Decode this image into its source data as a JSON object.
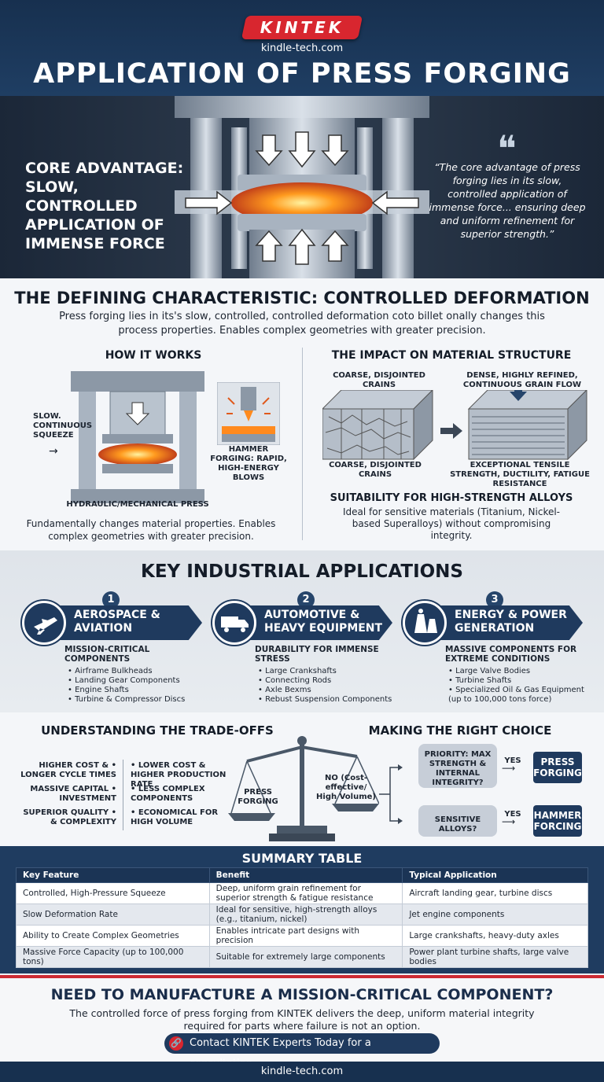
{
  "header": {
    "logo": "KINTEK",
    "site": "kindle-tech.com",
    "title": "APPLICATION OF PRESS FORGING"
  },
  "hero": {
    "left_text": "CORE ADVANTAGE: SLOW, CONTROLLED APPLICATION OF IMMENSE FORCE",
    "quote": "“The core advantage of press forging lies in its slow, controlled application of immense force... ensuring deep and uniform refinement for superior strength.”"
  },
  "defining": {
    "title": "THE DEFINING CHARACTERISTIC: CONTROLLED DEFORMATION",
    "desc": "Press forging lies in its's slow, controlled, controlled deformation coto billet onally changes this process properties. Enables complex geometries with greater precision.",
    "how": {
      "title": "HOW IT WORKS",
      "squeeze": "SLOW. CONTINUOUS SQUEEZE",
      "hammer": "HAMMER FORGING: RAPID, HIGH-ENERGY BLOWS",
      "press": "HYDRAULIC/MECHANICAL PRESS",
      "note": "Fundamentally changes material properties. Enables complex geometries with greater precision."
    },
    "impact": {
      "title": "THE IMPACT ON MATERIAL STRUCTURE",
      "coarse_top": "COARSE, DISJOINTED CRAINS",
      "dense": "DENSE, HIGHLY REFINED, CONTINUOUS GRAIN FLOW",
      "coarse_bottom": "COARSE, DISJOINTED CRAINS",
      "strength": "EXCEPTIONAL TENSILE STRENGTH, DUCTILITY, FATIGUE RESISTANCE",
      "alloys_title": "SUITABILITY FOR HIGH-STRENGTH ALLOYS",
      "alloys_desc": "Ideal for sensitive materials (Titanium, Nickel-based Superalloys) without compromising integrity."
    }
  },
  "applications": {
    "title": "KEY INDUSTRIAL APPLICATIONS",
    "items": [
      {
        "num": "1",
        "title": "AEROSPACE & AVIATION",
        "sub": "MISSION-CRITICAL COMPONENTS",
        "list": [
          "• Airframe Bulkheads",
          "• Landing Gear Components",
          "• Engine Shafts",
          "• Turbine & Compressor Discs"
        ]
      },
      {
        "num": "2",
        "title": "AUTOMOTIVE & HEAVY EQUIPMENT",
        "sub": "DURABILITY FOR IMMENSE STRESS",
        "list": [
          "• Large Crankshafts",
          "• Connecting Rods",
          "• Axle Bexms",
          "• Rebust Suspension Components"
        ]
      },
      {
        "num": "3",
        "title": "ENERGY & POWER GENERATION",
        "sub": "MASSIVE COMPONENTS FOR EXTREME CONDITIONS",
        "list": [
          "• Large Valve Bodies",
          "• Turbine Shafts",
          "• Specialized Oil & Gas Equipment (up to 100,000 tons force)"
        ]
      }
    ]
  },
  "tradeoffs": {
    "title": "UNDERSTANDING THE TRADE-OFFS",
    "left": [
      "HIGHER COST & • LONGER CYCLE TIMES",
      "MASSIVE CAPITAL • INVESTMENT",
      "SUPERIOR QUALITY • & COMPLEXITY"
    ],
    "right": [
      "• LOWER COST & HIGHER PRODUCTION RATE",
      "• LESS COMPLEX COMPONENTS",
      "• ECONOMICAL FOR HIGH VOLUME"
    ],
    "pan_left": "PRESS FORGING",
    "pan_right": "NO (Cost-effective/ High Volume)"
  },
  "choice": {
    "title": "MAKING THE RIGHT CHOICE",
    "q1": "PRIORITY: MAX STRENGTH & INTERNAL INTEGRITY?",
    "q2": "SENSITIVE ALLOYS?",
    "yes": "YES",
    "a1": "PRESS FORGING",
    "a2": "HAMMER FORCING"
  },
  "summary": {
    "title": "SUMMARY TABLE",
    "headers": [
      "Key Feature",
      "Benefit",
      "Typical Application"
    ],
    "rows": [
      [
        "Controlled, High-Pressure Squeeze",
        "Deep, uniform grain refinement for superior strength & fatigue resistance",
        "Aircraft landing gear, turbine discs"
      ],
      [
        "Slow Deformation Rate",
        "Ideal for sensitive, high-strength alloys (e.g., titanium, nickel)",
        "Jet engine components"
      ],
      [
        "Ability to Create Complex Geometries",
        "Enables intricate part designs with precision",
        "Large crankshafts, heavy-duty axles"
      ],
      [
        "Massive Force Capacity (up to 100,000 tons)",
        "Suitable for extremely large components",
        "Power plant turbine shafts, large valve bodies"
      ]
    ]
  },
  "cta": {
    "title": "NEED TO MANUFACTURE A MISSION-CRITICAL COMPONENT?",
    "desc": "The controlled force of press forging from KINTEK delivers the deep, uniform material integrity required for parts where failure is not an option.",
    "button": "Contact KINTEK Experts Today for a consultation.",
    "icon": "link-icon"
  },
  "footer": {
    "site": "kindle-tech.com"
  },
  "colors": {
    "navy": "#1f3a5e",
    "red": "#d8262f",
    "glow": "#ff8a1e"
  }
}
